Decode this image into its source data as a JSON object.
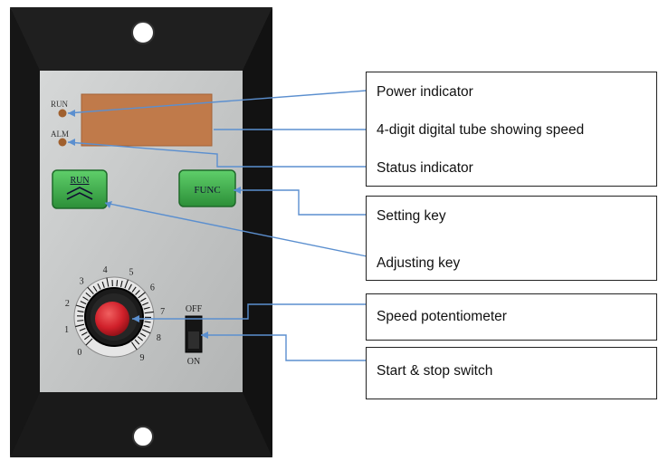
{
  "panel": {
    "run_led_label": "RUN",
    "alm_led_label": "ALM",
    "run_key_label": "RUN",
    "func_key_label": "FUNC",
    "switch_off_label": "OFF",
    "switch_on_label": "ON",
    "dial_ticks": [
      "0",
      "1",
      "2",
      "3",
      "4",
      "5",
      "6",
      "7",
      "8",
      "9"
    ]
  },
  "callouts": {
    "power_indicator": "Power indicator",
    "digital_tube": "4-digit digital tube showing speed",
    "status_indicator": "Status indicator",
    "setting_key": "Setting key",
    "adjusting_key": "Adjusting key",
    "speed_potentiometer": "Speed potentiometer",
    "start_stop_switch": "Start & stop switch"
  },
  "colors": {
    "frame": "#141414",
    "faceplate": "#c9cbcb",
    "display": "#c07a4a",
    "led": "#a0602e",
    "key_green": "#3fae4c",
    "knob_red": "#d0202a",
    "leader_line": "#5b8fcf"
  }
}
